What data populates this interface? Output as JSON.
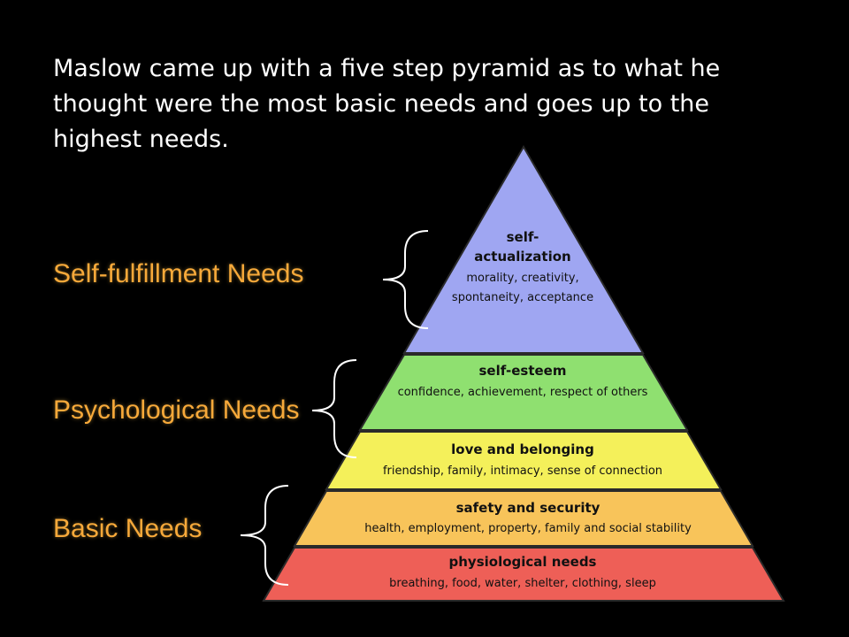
{
  "intro_text": "Maslow came up with a five step pyramid as to what he thought were the most basic needs and goes up to the highest needs.",
  "groups": {
    "self_fulfillment": "Self-fulfillment Needs",
    "psychological": "Psychological Needs",
    "basic": "Basic Needs"
  },
  "pyramid": {
    "self_actualization": {
      "title_line1": "self-",
      "title_line2": "actualization",
      "desc_line1": "morality, creativity,",
      "desc_line2": "spontaneity, acceptance"
    },
    "self_esteem": {
      "title": "self-esteem",
      "desc": "confidence, achievement, respect of others"
    },
    "love_belonging": {
      "title": "love and belonging",
      "desc": "friendship, family, intimacy, sense of connection"
    },
    "safety_security": {
      "title": "safety and security",
      "desc": "health, employment, property, family and social stability"
    },
    "physiological": {
      "title": "physiological needs",
      "desc": "breathing, food, water, shelter, clothing, sleep"
    }
  },
  "colors": {
    "self_actualization": "#9fa6f2",
    "self_esteem": "#8fe070",
    "love_belonging": "#f4f05a",
    "safety_security": "#f8c45a",
    "physiological": "#ee5f57",
    "group_label": "#f7a93a",
    "tier_border": "#2a2a2a"
  }
}
